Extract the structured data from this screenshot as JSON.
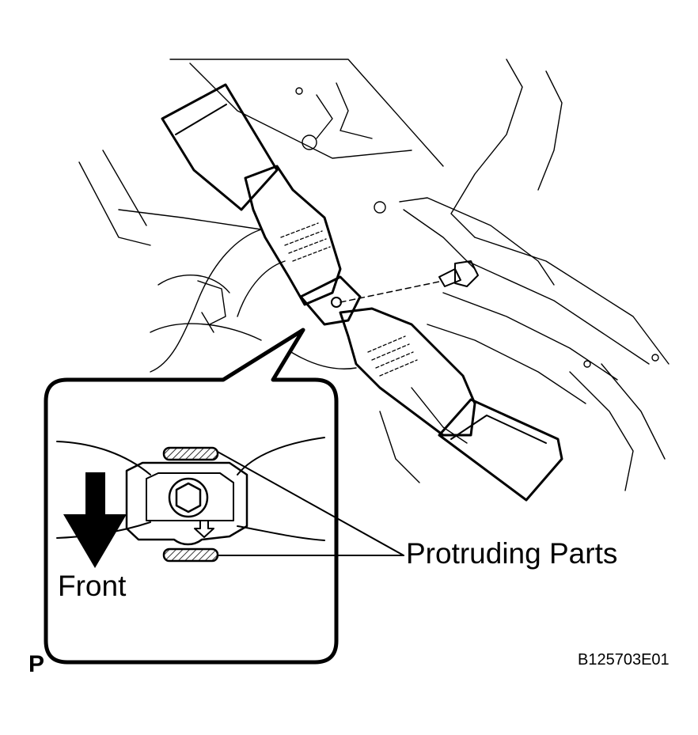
{
  "labels": {
    "protruding_parts": "Protruding Parts",
    "front": "Front",
    "view_code": "P",
    "figure_id": "B125703E01"
  },
  "colors": {
    "line": "#000000",
    "background": "#ffffff"
  },
  "icons": {
    "front_direction": "arrow-down-icon",
    "mount_direction": "small-arrow-down-icon"
  }
}
